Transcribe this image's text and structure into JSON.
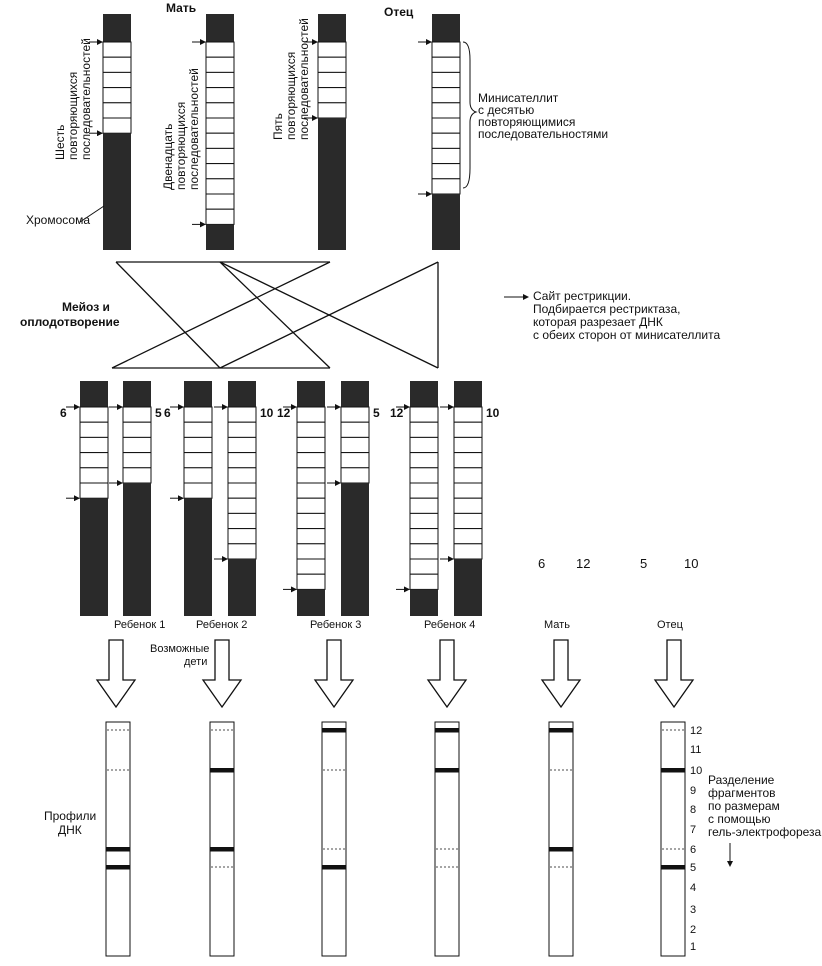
{
  "parents": {
    "mother_title": "Мать",
    "father_title": "Отец",
    "mother_chromosomes": [
      {
        "repeats": 6,
        "label": "Шесть повторяющихся последовательностей"
      },
      {
        "repeats": 12,
        "label": "Двенадцать повторяющихся последовательностей"
      }
    ],
    "father_chromosomes": [
      {
        "repeats": 5,
        "label": "Пять повторяющихся последовательностей"
      },
      {
        "repeats": 10,
        "label": ""
      }
    ],
    "chromosome_label": "Хромосома",
    "minisatellite_label": [
      "Минисателлит",
      "с десятью",
      "повторяющимися",
      "последовательностями"
    ]
  },
  "meiosis_label": [
    "Мейоз и",
    "оплодотворение"
  ],
  "restriction_legend": [
    "Сайт рестрикции.",
    "Подбирается рестриктаза,",
    "которая разрезает ДНК",
    "с обеих сторон от минисателлита"
  ],
  "children": [
    {
      "label": "Ребенок 1",
      "pair": [
        6,
        5
      ]
    },
    {
      "label": "Ребенок 2",
      "pair": [
        6,
        10
      ]
    },
    {
      "label": "Ребенок 3",
      "pair": [
        12,
        5
      ]
    },
    {
      "label": "Ребенок 4",
      "pair": [
        12,
        10
      ]
    }
  ],
  "possible_children_label": [
    "Возможные",
    "дети"
  ],
  "parent_values": {
    "mother_label": "Мать",
    "father_label": "Отец",
    "mother_values": [
      "6",
      "12"
    ],
    "father_values": [
      "5",
      "10"
    ]
  },
  "dna_profile_label": [
    "Профили",
    "ДНК"
  ],
  "gel": {
    "scale": [
      "12",
      "11",
      "10",
      "9",
      "8",
      "7",
      "6",
      "5",
      "4",
      "3",
      "2",
      "1"
    ],
    "separation_label": [
      "Разделение",
      "фрагментов",
      "по размерам",
      "с помощью",
      "гель-электрофореза"
    ],
    "lanes": [
      {
        "solid": [
          6,
          5
        ],
        "dashed": [
          12,
          10
        ]
      },
      {
        "solid": [
          6,
          10
        ],
        "dashed": [
          12,
          5
        ]
      },
      {
        "solid": [
          12,
          5
        ],
        "dashed": [
          6,
          10
        ]
      },
      {
        "solid": [
          12,
          10
        ],
        "dashed": [
          6,
          5
        ]
      },
      {
        "solid": [
          12,
          6
        ],
        "dashed": [
          10,
          5
        ]
      },
      {
        "solid": [
          10,
          5
        ],
        "dashed": [
          12,
          6
        ]
      }
    ]
  }
}
